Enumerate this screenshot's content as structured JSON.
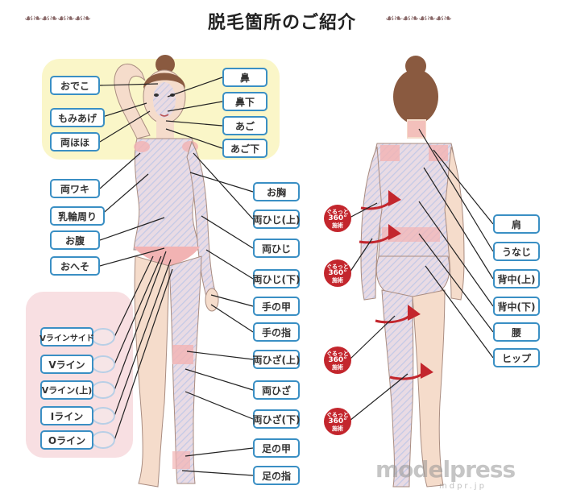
{
  "title": "脱毛箇所のご紹介",
  "ornament": "☙❧☙❧☙❧☙❧",
  "face_labels": {
    "forehead": "おでこ",
    "sideburns": "もみあげ",
    "cheeks": "両ほほ",
    "nose": "鼻",
    "under_nose": "鼻下",
    "chin": "あご",
    "under_chin": "あご下"
  },
  "front_labels": {
    "armpits": "両ワキ",
    "areola": "乳輪周り",
    "belly": "お腹",
    "navel": "おへそ",
    "chest": "お胸",
    "elbow_upper": "両ひじ(上)",
    "elbow": "両ひじ",
    "elbow_lower": "両ひじ(下)",
    "back_of_hand": "手の甲",
    "fingers": "手の指",
    "knee_upper": "両ひざ(上)",
    "knee": "両ひざ",
    "knee_lower": "両ひざ(下)",
    "top_of_foot": "足の甲",
    "toes": "足の指"
  },
  "vio_labels": {
    "v_side": "Vラインサイド",
    "v_line": "Vライン",
    "v_upper": "Vライン(上)",
    "i_line": "Iライン",
    "o_line": "Oライン"
  },
  "back_labels": {
    "shoulder": "肩",
    "nape": "うなじ",
    "back_upper": "背中(上)",
    "back_lower": "背中(下)",
    "waist": "腰",
    "hip": "ヒップ"
  },
  "badge": {
    "line1": "ぐるっと",
    "line2": "360°",
    "line3": "施術"
  },
  "watermark": {
    "brand": "modelpress",
    "sub": "mdpr.jp"
  },
  "colors": {
    "label_border": "#3a8fc4",
    "face_panel": "#faf6c8",
    "vio_panel": "#f8dfe2",
    "badge": "#c3262d",
    "skin": "#f5dccb",
    "hatch": "#c9cfe8",
    "pink_zone": "#f2b3b3"
  }
}
